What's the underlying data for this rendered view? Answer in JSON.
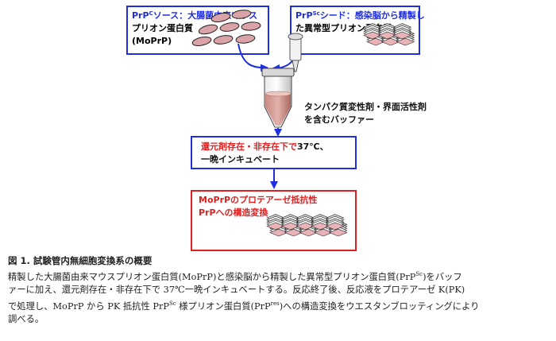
{
  "box1": {
    "line1_pre": "PrP",
    "line1_sup": "C",
    "line1_post": "ソース：大腸菌由来マウス",
    "line2": "プリオン蛋白質",
    "line3": "(MoPrP)"
  },
  "box2": {
    "line1_pre": "PrP",
    "line1_sup": "Sc",
    "line1_post": "シード：感染脳から精製し",
    "line2": "た異常型プリオン蛋白質"
  },
  "buffer_label": {
    "line1": "タンパク質変性剤・界面活性剤",
    "line2": "を含むバッファー"
  },
  "incubation_box": {
    "line1_red": "還元剤存在・非存在下で",
    "line1_black": "37℃、",
    "line2": "一晩インキュベート"
  },
  "result_box": {
    "line1": "MoPrPのプロテアーゼ抵抗性",
    "line2": "PrPへの構造変換"
  },
  "colors": {
    "blue": "#1f2ee0",
    "red": "#e02020",
    "pink": "#d9a3a8",
    "dark": "#333333"
  },
  "caption": {
    "title": "図 1.  試験管内無細胞変換系の概要",
    "l1a": "精製した大腸菌由来マウスプリオン蛋白質(MoPrP)と感染脳から精製した異常型プリオン蛋白質(PrP",
    "l1sup": "Sc",
    "l1b": ")をバッフ",
    "l2": "ァーに加え、還元剤存在・非存在下で 37℃一晩インキュベートする。反応終了後、反応液をプロテアーゼ K(PK)",
    "l3a": "で処理し、MoPrP から PK 抵抗性 PrP",
    "l3sup": "Sc",
    "l3b": " 様プリオン蛋白質(PrP",
    "l3sup2": "res",
    "l3c": ")への構造変換をウエスタンブロッティングにより",
    "l4": "調べる。"
  }
}
